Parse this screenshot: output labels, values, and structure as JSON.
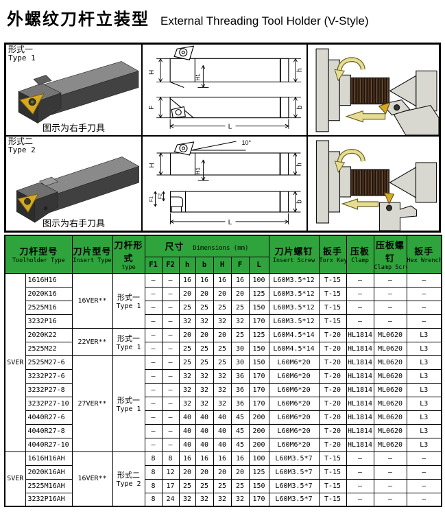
{
  "title": {
    "zh": "外螺纹刀杆立装型",
    "en": "External Threading Tool Holder (V-Style)"
  },
  "colors": {
    "header_green": "#2fa43c",
    "insert_gold": "#d4aa24",
    "arrow_yellow": "#e6dd92",
    "arrow_outline": "#6b6326",
    "steel_light": "#d9d8d0",
    "thread_brown": "#463122"
  },
  "figures": {
    "type1": {
      "label_zh": "形式一",
      "label_en": "Type 1",
      "caption": "图示为右手刀具",
      "dims": {
        "H": "H",
        "H1": "H1",
        "h": "h",
        "F": "F",
        "b": "b",
        "L": "L"
      }
    },
    "type2": {
      "label_zh": "形式二",
      "label_en": "Type 2",
      "caption": "图示为右手刀具",
      "angle": "10°",
      "dims": {
        "H": "H",
        "H1": "H1",
        "h": "h",
        "F1": "F1",
        "F2": "F2",
        "b": "b",
        "L": "L"
      }
    }
  },
  "table": {
    "headers": {
      "toolholder": {
        "zh": "刀杆型号",
        "en": "Toolholder Type"
      },
      "insert": {
        "zh": "刀片型号",
        "en": "Insert Type"
      },
      "form": {
        "zh": "刀杆形式",
        "en": "type"
      },
      "dims": {
        "zh": "尺寸",
        "en": "Dimensions (mm)"
      },
      "dim_cols": [
        "F1",
        "F2",
        "h",
        "b",
        "H",
        "F",
        "L"
      ],
      "insert_screw": {
        "zh": "刀片螺钉",
        "en": "Insert Screw"
      },
      "torx": {
        "zh": "扳手",
        "en": "Torx Key"
      },
      "clamp": {
        "zh": "压板",
        "en": "Clamp"
      },
      "clamp_screw": {
        "zh": "压板螺钉",
        "en": "Clamp Screw"
      },
      "hex": {
        "zh": "扳手",
        "en": "Hex Wrench"
      }
    },
    "rows": [
      {
        "brand": "SVER",
        "brand_span": 13,
        "insert": "16VER**",
        "insert_span": 4,
        "form_zh": "形式一",
        "form_en": "Type 1",
        "form_span": 4,
        "model": "1616H16",
        "dims": [
          "–",
          "–",
          "16",
          "16",
          "16",
          "16",
          "100"
        ],
        "screw": "L60M3.5*12",
        "torx": "T-15",
        "clamp": "–",
        "clamp_screw": "–",
        "hex": "–"
      },
      {
        "model": "2020K16",
        "dims": [
          "–",
          "–",
          "20",
          "20",
          "20",
          "20",
          "125"
        ],
        "screw": "L60M3.5*12",
        "torx": "T-15",
        "clamp": "–",
        "clamp_screw": "–",
        "hex": "–"
      },
      {
        "model": "2525M16",
        "dims": [
          "–",
          "–",
          "25",
          "25",
          "25",
          "25",
          "150"
        ],
        "screw": "L60M3.5*12",
        "torx": "T-15",
        "clamp": "–",
        "clamp_screw": "–",
        "hex": "–"
      },
      {
        "model": "3232P16",
        "dims": [
          "–",
          "–",
          "32",
          "32",
          "32",
          "32",
          "170"
        ],
        "screw": "L60M3.5*12",
        "torx": "T-15",
        "clamp": "–",
        "clamp_screw": "–",
        "hex": "–"
      },
      {
        "insert": "22VER**",
        "insert_span": 2,
        "form_zh": "形式一",
        "form_en": "Type 1",
        "form_span": 2,
        "model": "2020K22",
        "dims": [
          "–",
          "–",
          "20",
          "20",
          "20",
          "25",
          "125"
        ],
        "screw": "L60M4.5*14",
        "torx": "T-20",
        "clamp": "HL1814",
        "clamp_screw": "ML0620",
        "hex": "L3"
      },
      {
        "model": "2525M22",
        "dims": [
          "–",
          "–",
          "25",
          "25",
          "25",
          "30",
          "150"
        ],
        "screw": "L60M4.5*14",
        "torx": "T-20",
        "clamp": "HL1814",
        "clamp_screw": "ML0620",
        "hex": "L3"
      },
      {
        "insert": "27VER**",
        "insert_span": 7,
        "form_zh": "形式一",
        "form_en": "Type 1",
        "form_span": 7,
        "model": "2525M27-6",
        "dims": [
          "–",
          "–",
          "25",
          "25",
          "25",
          "30",
          "150"
        ],
        "screw": "L60M6*20",
        "torx": "T-20",
        "clamp": "HL1814",
        "clamp_screw": "ML0620",
        "hex": "L3"
      },
      {
        "model": "3232P27-6",
        "dims": [
          "–",
          "–",
          "32",
          "32",
          "32",
          "36",
          "170"
        ],
        "screw": "L60M6*20",
        "torx": "T-20",
        "clamp": "HL1814",
        "clamp_screw": "ML0620",
        "hex": "L3"
      },
      {
        "model": "3232P27-8",
        "dims": [
          "–",
          "–",
          "32",
          "32",
          "32",
          "36",
          "170"
        ],
        "screw": "L60M6*20",
        "torx": "T-20",
        "clamp": "HL1814",
        "clamp_screw": "ML0620",
        "hex": "L3"
      },
      {
        "model": "3232P27-10",
        "dims": [
          "–",
          "–",
          "32",
          "32",
          "32",
          "36",
          "170"
        ],
        "screw": "L60M6*20",
        "torx": "T-20",
        "clamp": "HL1814",
        "clamp_screw": "ML0620",
        "hex": "L3"
      },
      {
        "model": "4040R27-6",
        "dims": [
          "–",
          "–",
          "40",
          "40",
          "40",
          "45",
          "200"
        ],
        "screw": "L60M6*20",
        "torx": "T-20",
        "clamp": "HL1814",
        "clamp_screw": "ML0620",
        "hex": "L3"
      },
      {
        "model": "4040R27-8",
        "dims": [
          "–",
          "–",
          "40",
          "40",
          "40",
          "45",
          "200"
        ],
        "screw": "L60M6*20",
        "torx": "T-20",
        "clamp": "HL1814",
        "clamp_screw": "ML0620",
        "hex": "L3"
      },
      {
        "model": "4040R27-10",
        "dims": [
          "–",
          "–",
          "40",
          "40",
          "40",
          "45",
          "200"
        ],
        "screw": "L60M6*20",
        "torx": "T-20",
        "clamp": "HL1814",
        "clamp_screw": "ML0620",
        "hex": "L3"
      },
      {
        "brand": "SVER",
        "brand_span": 4,
        "insert": "16VER**",
        "insert_span": 4,
        "form_zh": "形式二",
        "form_en": "Type 2",
        "form_span": 4,
        "model": "1616H16AH",
        "dims": [
          "8",
          "8",
          "16",
          "16",
          "16",
          "16",
          "100"
        ],
        "screw": "L60M3.5*7",
        "torx": "T-15",
        "clamp": "–",
        "clamp_screw": "–",
        "hex": "–"
      },
      {
        "model": "2020K16AH",
        "dims": [
          "8",
          "12",
          "20",
          "20",
          "20",
          "20",
          "125"
        ],
        "screw": "L60M3.5*7",
        "torx": "T-15",
        "clamp": "–",
        "clamp_screw": "–",
        "hex": "–"
      },
      {
        "model": "2525M16AH",
        "dims": [
          "8",
          "17",
          "25",
          "25",
          "25",
          "25",
          "150"
        ],
        "screw": "L60M3.5*7",
        "torx": "T-15",
        "clamp": "–",
        "clamp_screw": "–",
        "hex": "–"
      },
      {
        "model": "3232P16AH",
        "dims": [
          "8",
          "24",
          "32",
          "32",
          "32",
          "32",
          "170"
        ],
        "screw": "L60M3.5*7",
        "torx": "T-15",
        "clamp": "–",
        "clamp_screw": "–",
        "hex": "–"
      }
    ]
  }
}
